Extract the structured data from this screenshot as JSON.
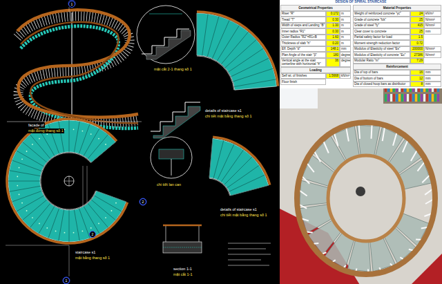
{
  "diagram": {
    "title": "DESIGN OF SPIRAL STAIRCASE",
    "labels": [
      "facade of",
      "mặt đứng thang số 1",
      "mặt cắt 2-1 thang số 1",
      "details of staircase s1",
      "chi tiết mặt bằng thang số 1",
      "chi tiết lan can",
      "details of staircase s1",
      "chi tiết mặt bằng thang số 1",
      "staircase s1",
      "mặt bằng thang số 1",
      "section 1-1",
      "mặt cắt 1-1",
      "1",
      "1",
      "2",
      "2",
      "Geometrical Properties",
      "Riser \"R\"",
      "0.172",
      "m",
      "Tread \"T\"",
      "0.30",
      "m",
      "Width of steps and Landing \"B\"",
      "1.30",
      "m",
      "Inner radius \"R1\"",
      "0.30",
      "m",
      "Outer Radius \"R2\"=R1+B",
      "1.60",
      "m",
      "Thickness of slab \"h\"",
      "0.20",
      "m",
      "Eff. Depth \"d\"",
      "148.1",
      "mm",
      "Plan Angle of the stair \"β\"",
      "180",
      "degree",
      "Vertical angle at the stair centerline with horizontal \"θ\"",
      "36",
      "degree",
      "Loading",
      "Self wt. of finishes",
      "1.5668",
      "kN/m²",
      "Floor finish",
      "Material Properties",
      "Weight of reinforced concrete \"γc\"",
      "24",
      "kN/m³",
      "Grade of concrete \"fck\"",
      "25",
      "N/mm²",
      "Grade of steel \"fy\"",
      "415",
      "N/mm²",
      "Clear cover to concrete",
      "25",
      "mm",
      "Partial safety factor for load",
      "1.5",
      "Moment strength reduction factor",
      "0.72",
      "Modulus of Elasticity of steel \"Es\"",
      "200000",
      "N/mm²",
      "Modulus of Elasticity of concrete \"Ec\"",
      "27386",
      "N/mm²",
      "Modular Ratio \"m\"",
      "7.29",
      "Reinforcement",
      "Dia of top of bars",
      "16",
      "mm",
      "Dia of bottom of bars",
      "12",
      "mm",
      "Dia of closed hoop bars as distributor",
      "8",
      "mm"
    ]
  }
}
